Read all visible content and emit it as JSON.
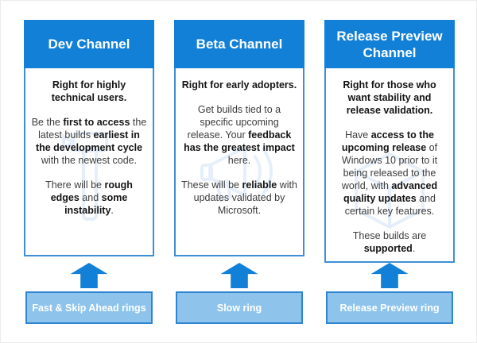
{
  "colors": {
    "header_blue": "#1280d7",
    "arrow_blue": "#1280d7",
    "ring_fill": "#8ec4ec",
    "ring_border": "#2f85d0",
    "body_border": "#3e8fd8",
    "text_regular": "#3c3c3c",
    "text_bold": "#141414",
    "watermark": "#d9e8f7"
  },
  "columns": [
    {
      "title": "Dev Channel",
      "watermark_icon": "hammer-tool-icon",
      "paragraphs": [
        [
          {
            "t": "Right for highly technical users.",
            "b": true
          }
        ],
        [
          {
            "t": "Be the ",
            "b": false
          },
          {
            "t": "first to access",
            "b": true
          },
          {
            "t": " the latest builds ",
            "b": false
          },
          {
            "t": "earliest in the development cycle",
            "b": true
          },
          {
            "t": " with the newest code.",
            "b": false
          }
        ],
        [
          {
            "t": "There will be ",
            "b": false
          },
          {
            "t": "rough edges",
            "b": true
          },
          {
            "t": " and ",
            "b": false
          },
          {
            "t": "some instability",
            "b": true
          },
          {
            "t": ".",
            "b": false
          }
        ]
      ],
      "ring_label": "Fast & Skip Ahead rings"
    },
    {
      "title": "Beta Channel",
      "watermark_icon": "megaphone-feedback-icon",
      "paragraphs": [
        [
          {
            "t": "Right for early adopters.",
            "b": true
          }
        ],
        [
          {
            "t": "Get builds tied to a specific upcoming release. Your ",
            "b": false
          },
          {
            "t": "feedback has the greatest impact",
            "b": true
          },
          {
            "t": " here.",
            "b": false
          }
        ],
        [
          {
            "t": "These will be ",
            "b": false
          },
          {
            "t": "reliable",
            "b": true
          },
          {
            "t": " with updates validated by Microsoft.",
            "b": false
          }
        ]
      ],
      "ring_label": "Slow ring"
    },
    {
      "title": "Release Preview Channel",
      "watermark_icon": "cube-package-icon",
      "paragraphs": [
        [
          {
            "t": "Right for those who want stability and release validation.",
            "b": true
          }
        ],
        [
          {
            "t": "Have ",
            "b": false
          },
          {
            "t": "access to the upcoming release",
            "b": true
          },
          {
            "t": " of Windows 10 prior to it being released to the world, with ",
            "b": false
          },
          {
            "t": "advanced quality updates",
            "b": true
          },
          {
            "t": " and certain key features.",
            "b": false
          }
        ],
        [
          {
            "t": "These builds are ",
            "b": false
          },
          {
            "t": "supported",
            "b": true
          },
          {
            "t": ".",
            "b": false
          }
        ]
      ],
      "ring_label": "Release Preview ring"
    }
  ]
}
